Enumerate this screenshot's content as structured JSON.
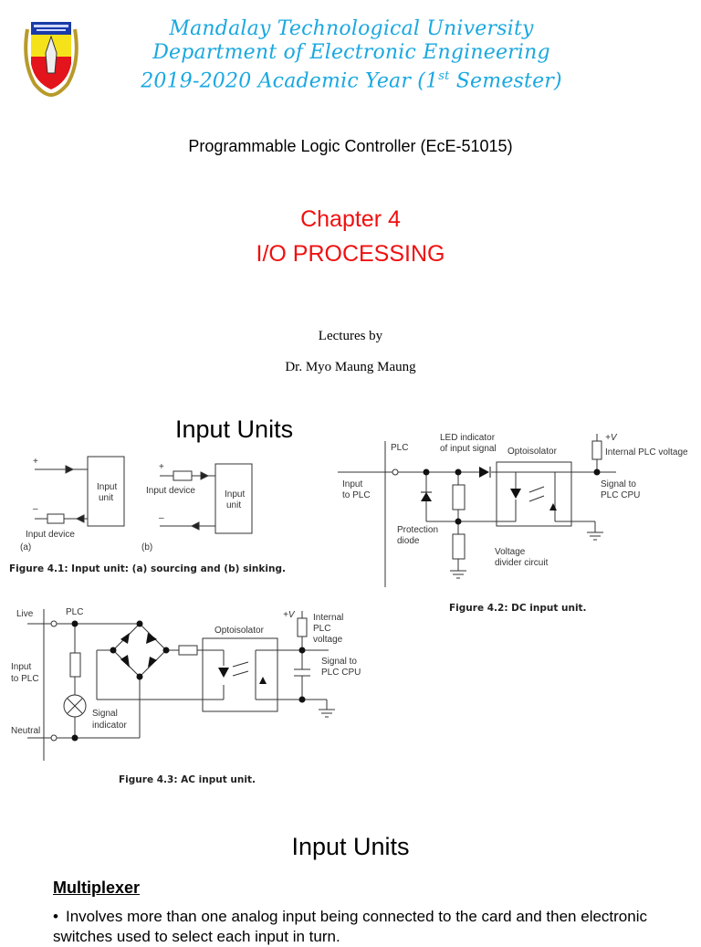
{
  "header": {
    "logo_icon": "university-crest-icon",
    "lines": [
      "Mandalay Technological University",
      "Department of Electronic Engineering",
      "2019-2020 Academic Year (1",
      "st",
      " Semester)"
    ],
    "colors": {
      "header_text": "#1aa8e0",
      "chapter_text": "#f01010"
    }
  },
  "course": "Programmable Logic Controller (EcE-51015)",
  "chapter": {
    "number": "Chapter 4",
    "title": "I/O PROCESSING"
  },
  "lecturer": {
    "label": "Lectures by",
    "name": "Dr. Myo Maung Maung"
  },
  "slide2": {
    "title": "Input Units",
    "fig41": {
      "plus": "+",
      "minus": "–",
      "input_unit": [
        "Input",
        "unit"
      ],
      "input_device": "Input device",
      "label_a": "(a)",
      "label_b": "(b)",
      "caption": "Figure 4.1:  Input unit: (a) sourcing and (b) sinking."
    },
    "fig42": {
      "plc": "PLC",
      "led": [
        "LED indicator",
        "of input signal"
      ],
      "optoisolator": "Optoisolator",
      "plus_v": "+V",
      "internal": "Internal PLC voltage",
      "input": [
        "Input",
        "to PLC"
      ],
      "signal": [
        "Signal to",
        "PLC CPU"
      ],
      "protection": [
        "Protection",
        "diode"
      ],
      "divider": [
        "Voltage",
        "divider circuit"
      ],
      "caption": "Figure 4.2:  DC input unit."
    },
    "fig43": {
      "live": "Live",
      "plc": "PLC",
      "plus_v": "+V",
      "internal": [
        "Internal",
        "PLC",
        "voltage"
      ],
      "optoisolator": "Optoisolator",
      "input": [
        "Input",
        "to PLC"
      ],
      "signal": [
        "Signal to",
        "PLC CPU"
      ],
      "indicator": [
        "Signal",
        "indicator"
      ],
      "neutral": "Neutral",
      "caption": "Figure 4.3:  AC input unit."
    }
  },
  "slide3": {
    "title": "Input Units",
    "subheading": "Multiplexer",
    "bullets": [
      "Involves more than one analog input being connected to the card and then electronic switches used to select each input in turn."
    ]
  }
}
